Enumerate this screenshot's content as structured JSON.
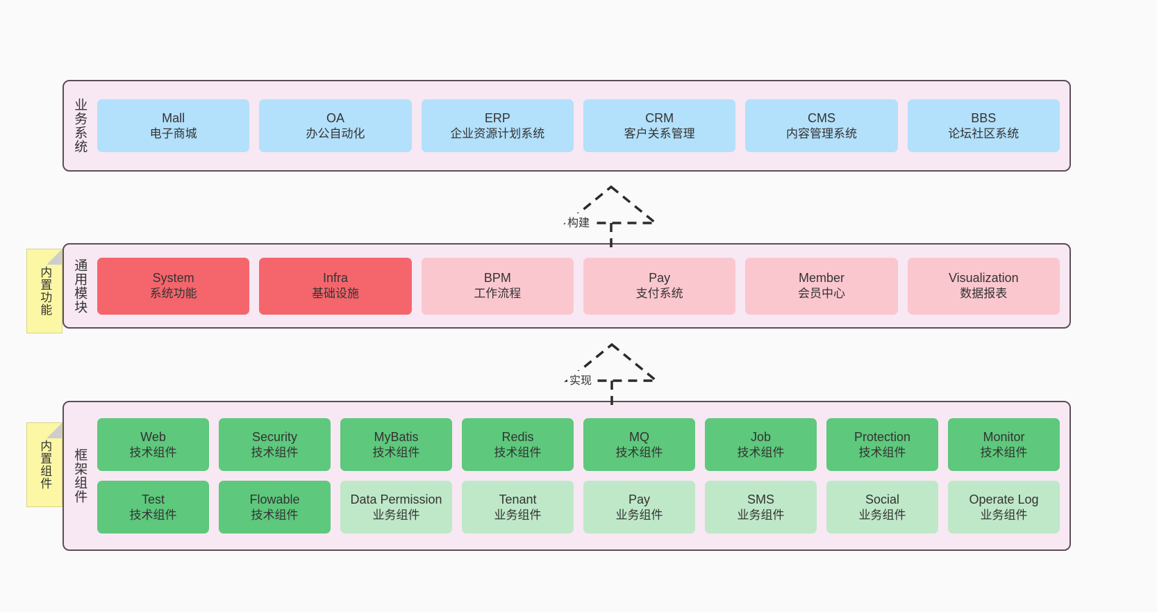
{
  "diagram": {
    "background": "#fafafa",
    "layer_fill": "#f7e8f3",
    "layer_border": "#5a4d55"
  },
  "layers": [
    {
      "id": "business-systems",
      "label": "业务系统",
      "note": null,
      "rows": [
        {
          "style": "blue",
          "nodes": [
            {
              "en": "Mall",
              "cn": "电子商城"
            },
            {
              "en": "OA",
              "cn": "办公自动化"
            },
            {
              "en": "ERP",
              "cn": "企业资源计划系统"
            },
            {
              "en": "CRM",
              "cn": "客户关系管理"
            },
            {
              "en": "CMS",
              "cn": "内容管理系统"
            },
            {
              "en": "BBS",
              "cn": "论坛社区系统"
            }
          ]
        }
      ]
    },
    {
      "id": "common-modules",
      "label": "通用模块",
      "note": "内置功能",
      "rows": [
        {
          "style": "mixed",
          "nodes": [
            {
              "en": "System",
              "cn": "系统功能",
              "style": "red-strong"
            },
            {
              "en": "Infra",
              "cn": "基础设施",
              "style": "red-strong"
            },
            {
              "en": "BPM",
              "cn": "工作流程",
              "style": "pink-soft"
            },
            {
              "en": "Pay",
              "cn": "支付系统",
              "style": "pink-soft"
            },
            {
              "en": "Member",
              "cn": "会员中心",
              "style": "pink-soft"
            },
            {
              "en": "Visualization",
              "cn": "数据报表",
              "style": "pink-soft"
            }
          ]
        }
      ]
    },
    {
      "id": "framework-components",
      "label": "框架组件",
      "note": "内置组件",
      "rows": [
        {
          "style": "mixed",
          "nodes": [
            {
              "en": "Web",
              "cn": "技术组件",
              "style": "green-dark"
            },
            {
              "en": "Security",
              "cn": "技术组件",
              "style": "green-dark"
            },
            {
              "en": "MyBatis",
              "cn": "技术组件",
              "style": "green-dark"
            },
            {
              "en": "Redis",
              "cn": "技术组件",
              "style": "green-dark"
            },
            {
              "en": "MQ",
              "cn": "技术组件",
              "style": "green-dark"
            },
            {
              "en": "Job",
              "cn": "技术组件",
              "style": "green-dark"
            },
            {
              "en": "Protection",
              "cn": "技术组件",
              "style": "green-dark"
            },
            {
              "en": "Monitor",
              "cn": "技术组件",
              "style": "green-dark"
            }
          ]
        },
        {
          "style": "mixed",
          "nodes": [
            {
              "en": "Test",
              "cn": "技术组件",
              "style": "green-dark"
            },
            {
              "en": "Flowable",
              "cn": "技术组件",
              "style": "green-dark"
            },
            {
              "en": "Data Permission",
              "cn": "业务组件",
              "style": "green-soft"
            },
            {
              "en": "Tenant",
              "cn": "业务组件",
              "style": "green-soft"
            },
            {
              "en": "Pay",
              "cn": "业务组件",
              "style": "green-soft"
            },
            {
              "en": "SMS",
              "cn": "业务组件",
              "style": "green-soft"
            },
            {
              "en": "Social",
              "cn": "业务组件",
              "style": "green-soft"
            },
            {
              "en": "Operate Log",
              "cn": "业务组件",
              "style": "green-soft"
            }
          ]
        }
      ]
    }
  ],
  "connectors": [
    {
      "id": "build",
      "label": "构建",
      "from": "common-modules",
      "to": "business-systems"
    },
    {
      "id": "implement",
      "label": "实现",
      "from": "framework-components",
      "to": "common-modules"
    }
  ],
  "palette": {
    "blue": "#b3e0fb",
    "red_strong": "#f4666c",
    "pink_soft": "#fbc7cf",
    "green_dark": "#5ec87c",
    "green_soft": "#bfe8c8",
    "note_yellow": "#fbf7a4",
    "note_fold": "#cdcdcd"
  }
}
